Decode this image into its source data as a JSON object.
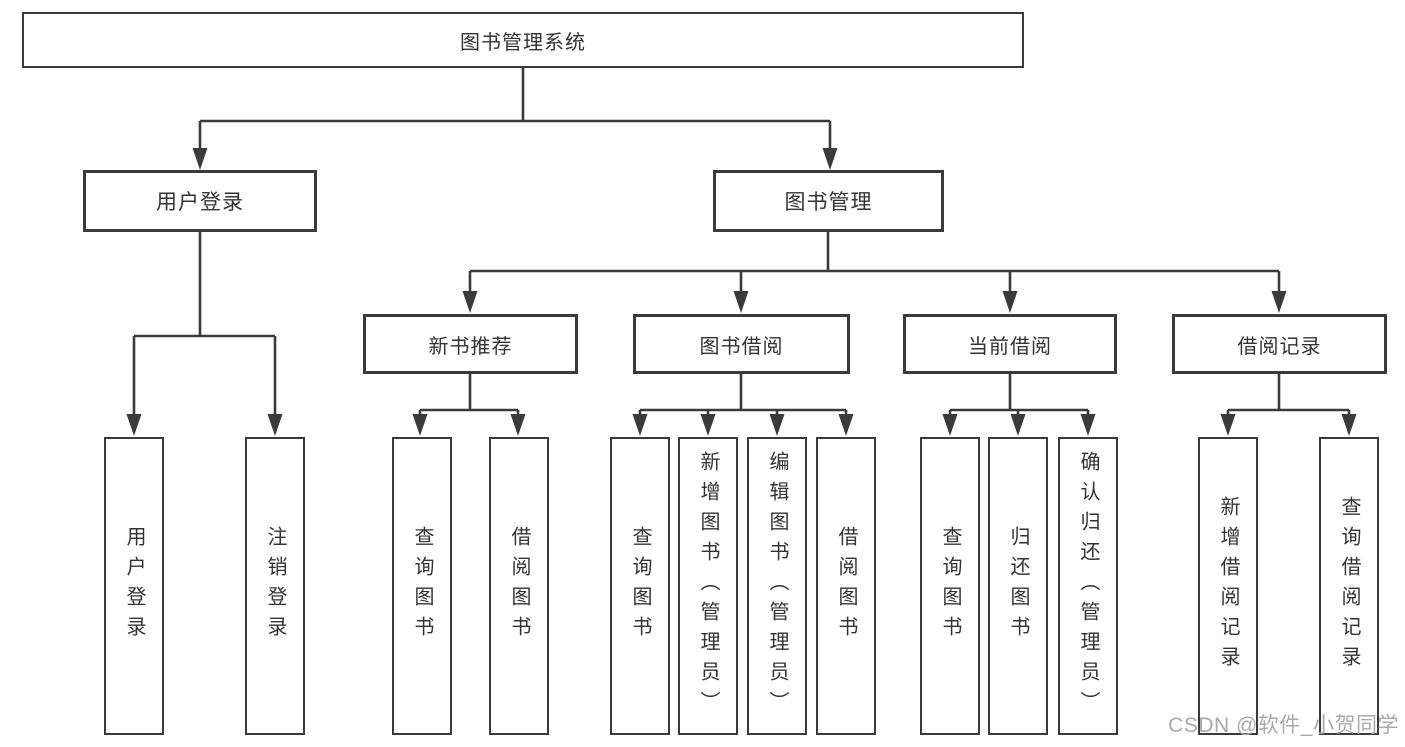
{
  "tree": {
    "label": "图书管理系统",
    "children": [
      {
        "label": "用户登录",
        "children": [
          {
            "label": "用户登录"
          },
          {
            "label": "注销登录"
          }
        ]
      },
      {
        "label": "图书管理",
        "children": [
          {
            "label": "新书推荐",
            "children": [
              {
                "label": "查询图书"
              },
              {
                "label": "借阅图书"
              }
            ]
          },
          {
            "label": "图书借阅",
            "children": [
              {
                "label": "查询图书"
              },
              {
                "label": "新增图书（管理员）"
              },
              {
                "label": "编辑图书（管理员）"
              },
              {
                "label": "借阅图书"
              }
            ]
          },
          {
            "label": "当前借阅",
            "children": [
              {
                "label": "查询图书"
              },
              {
                "label": "归还图书"
              },
              {
                "label": "确认归还（管理员）"
              }
            ]
          },
          {
            "label": "借阅记录",
            "children": [
              {
                "label": "新增借阅记录"
              },
              {
                "label": "查询借阅记录"
              }
            ]
          }
        ]
      }
    ]
  },
  "watermark": {
    "text": "CSDN @软件_小贺同学"
  },
  "colors": {
    "line": "#3a3a3a",
    "text": "#333333",
    "box_fill": "#ffffff",
    "background": "#ffffff",
    "watermark": "#a9a9a9"
  }
}
